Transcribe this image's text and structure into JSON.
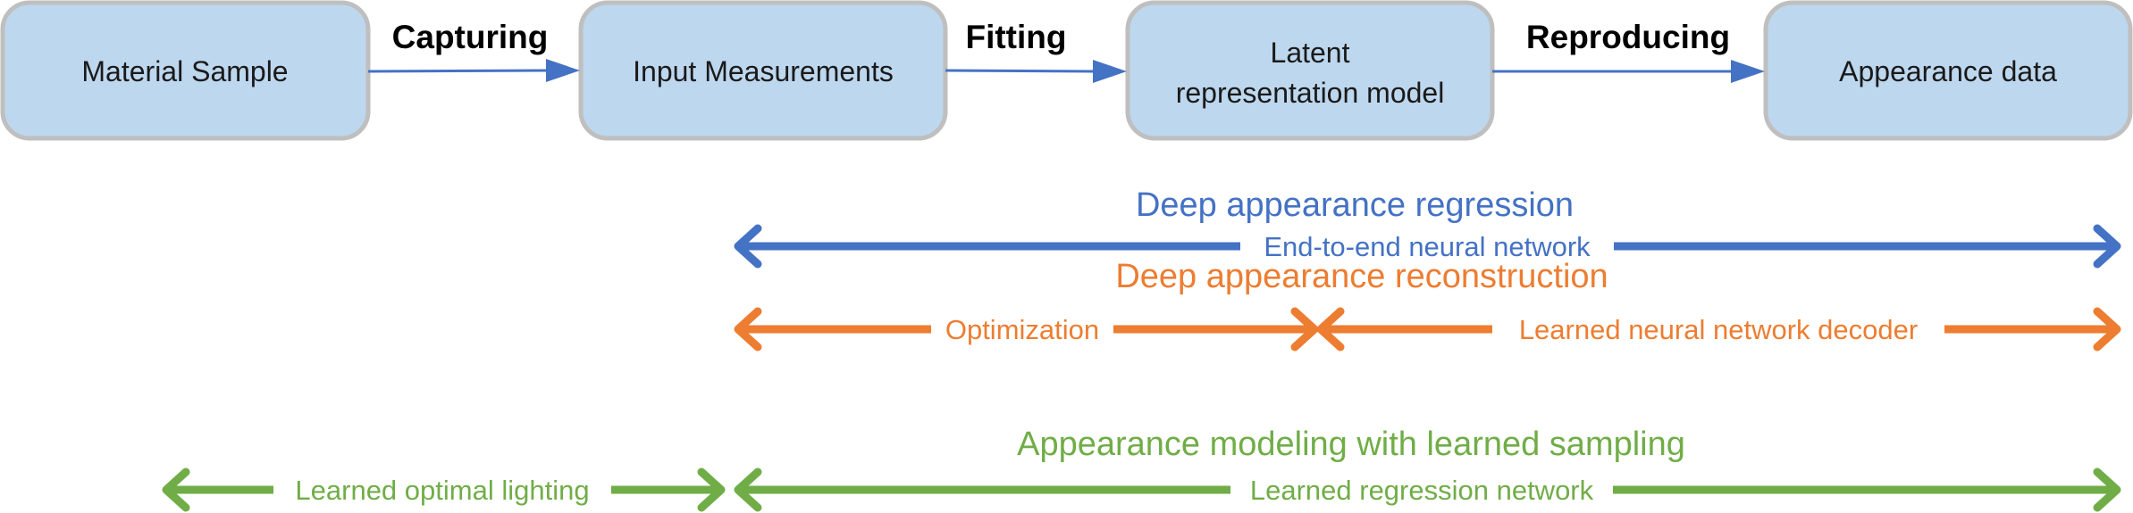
{
  "colors": {
    "box_fill": "#BDD7EE",
    "box_stroke": "#BFBFBF",
    "flow_arrow": "#4472C4",
    "regression": "#4472C4",
    "reconstruction": "#ED7D31",
    "sampling": "#70AD47"
  },
  "pipeline": {
    "boxes": [
      {
        "id": "material",
        "lines": [
          "Material Sample"
        ]
      },
      {
        "id": "input",
        "lines": [
          "Input Measurements"
        ]
      },
      {
        "id": "latent",
        "lines": [
          "Latent",
          "representation model"
        ]
      },
      {
        "id": "appearance",
        "lines": [
          "Appearance data"
        ]
      }
    ],
    "steps": [
      "Capturing",
      "Fitting",
      "Reproducing"
    ]
  },
  "methods": [
    {
      "title": "Deep appearance regression",
      "color": "regression",
      "spans": [
        "End-to-end neural network"
      ]
    },
    {
      "title": "Deep appearance reconstruction",
      "color": "reconstruction",
      "spans": [
        "Optimization",
        "Learned neural network decoder"
      ]
    },
    {
      "title": "Appearance modeling with learned sampling",
      "color": "sampling",
      "spans": [
        "Learned optimal lighting",
        "Learned regression network"
      ]
    }
  ]
}
